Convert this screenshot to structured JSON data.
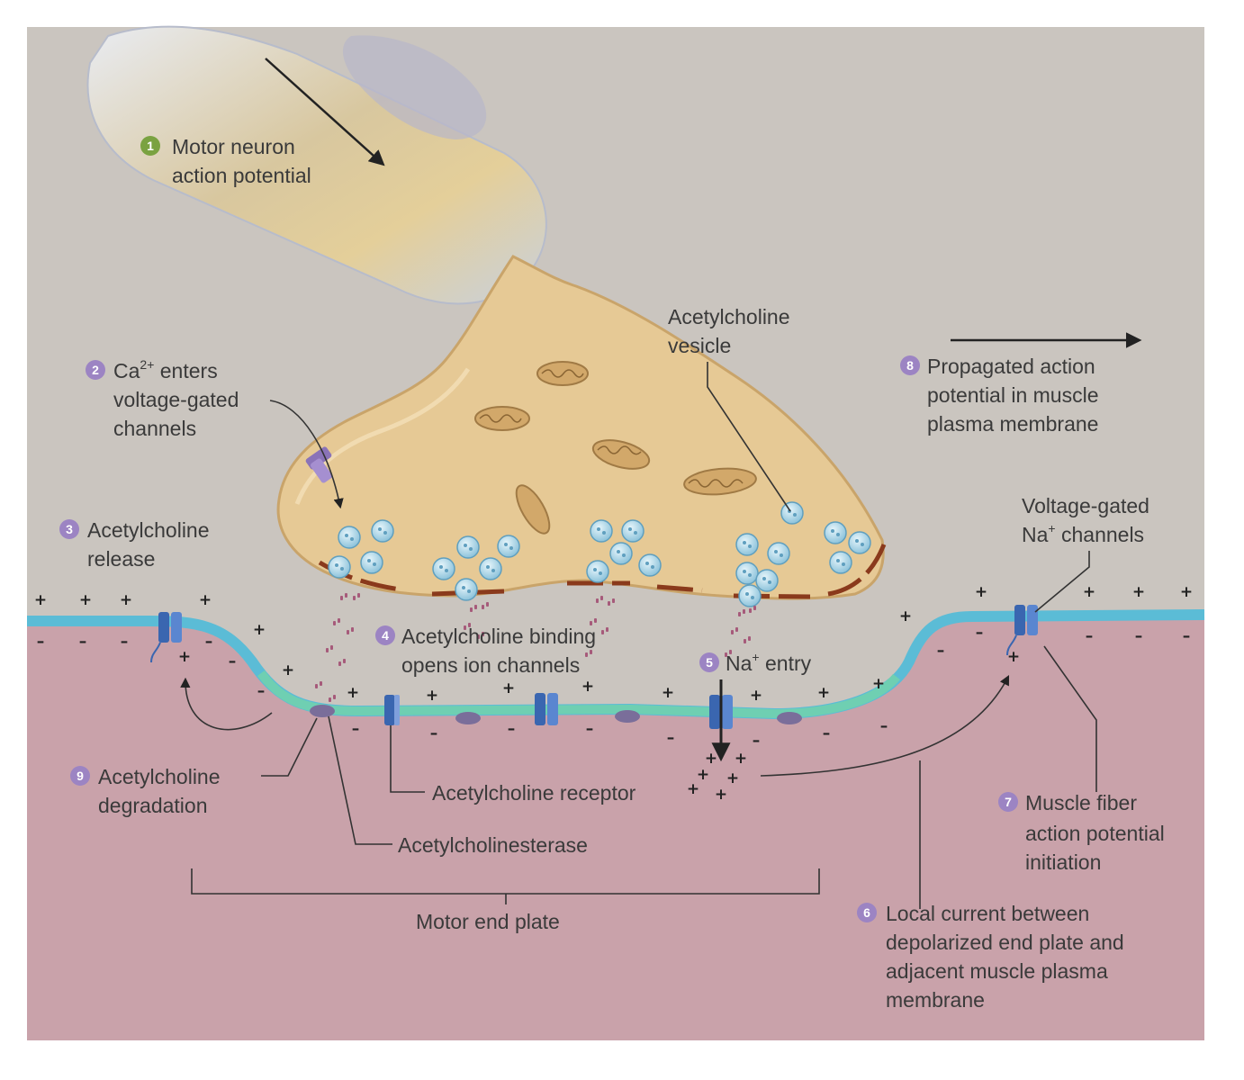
{
  "colors": {
    "background": "#cac5bf",
    "muscle": "#c9a2aa",
    "membrane_outer": "#5bbcd6",
    "membrane_endplate": "#6fcfb2",
    "terminal": "#e6c995",
    "vesicle": "#9fcfe3",
    "step_green": "#7aa241",
    "step_purple": "#9c84c3",
    "release_site": "#8a3a1c"
  },
  "labels": {
    "step1_num": "1",
    "step1_line1": "Motor neuron",
    "step1_line2": "action potential",
    "step2_num": "2",
    "step2_ca": "Ca",
    "step2_sup": "2+",
    "step2_line1_rest": " enters",
    "step2_line2": "voltage-gated",
    "step2_line3": "channels",
    "step3_num": "3",
    "step3_line1": "Acetylcholine",
    "step3_line2": "release",
    "step4_num": "4",
    "step4_line1": "Acetylcholine binding",
    "step4_line2": "opens ion channels",
    "step5_num": "5",
    "step5_na": "Na",
    "step5_sup": "+",
    "step5_rest": " entry",
    "step6_num": "6",
    "step6_line1": "Local current between",
    "step6_line2": "depolarized end plate and",
    "step6_line3": "adjacent muscle plasma",
    "step6_line4": "membrane",
    "step7_num": "7",
    "step7_line1": "Muscle fiber",
    "step7_line2": "action potential",
    "step7_line3": "initiation",
    "step8_num": "8",
    "step8_line1": "Propagated action",
    "step8_line2": "potential in muscle",
    "step8_line3": "plasma membrane",
    "step9_num": "9",
    "step9_line1": "Acetylcholine",
    "step9_line2": "degradation",
    "vesicle_line1": "Acetylcholine",
    "vesicle_line2": "vesicle",
    "nachannel_line1": "Voltage-gated",
    "nachannel_na": "Na",
    "nachannel_sup": "+",
    "nachannel_rest": " channels",
    "receptor": "Acetylcholine receptor",
    "esterase": "Acetylcholinesterase",
    "endplate": "Motor end plate"
  },
  "icons": {
    "vesicle": "acetylcholine-vesicle-icon",
    "mitochondrion": "mitochondrion-icon",
    "channel": "ion-channel-icon"
  }
}
